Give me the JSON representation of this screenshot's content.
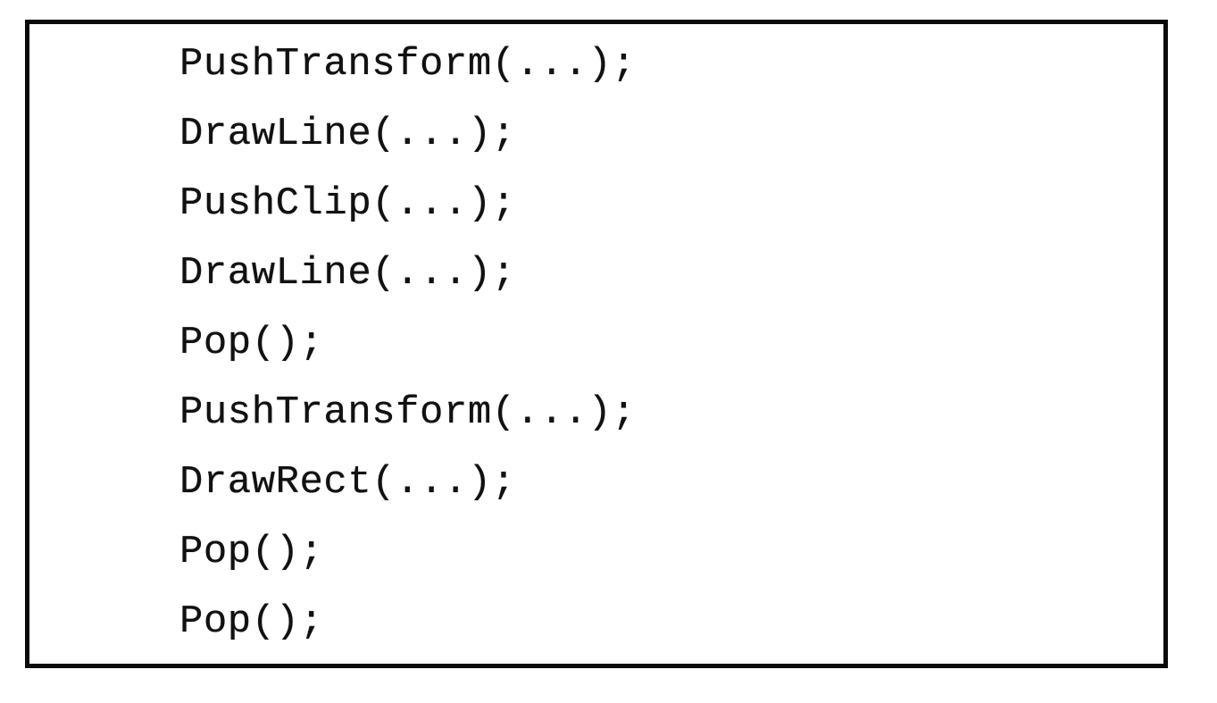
{
  "figure": {
    "kind": "code-listing",
    "background_color": "#ffffff",
    "border_color": "#0a0a0a",
    "text_color": "#111111"
  },
  "code": {
    "lines": [
      "PushTransform(...);",
      "DrawLine(...);",
      "PushClip(...);",
      "DrawLine(...);",
      "Pop();",
      "PushTransform(...);",
      "DrawRect(...);",
      "Pop();",
      "Pop();"
    ]
  }
}
